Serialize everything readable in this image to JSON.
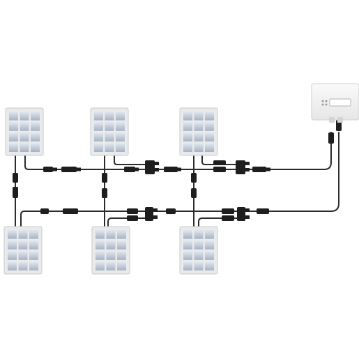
{
  "diagram": {
    "description_text": "",
    "colors": {
      "cable": "#2b2b2b",
      "connector": "#1e1e1e",
      "panel_frame": "#e9eaec",
      "panel_frame_border": "#c8cacd",
      "cell_light": "#dfe4ec",
      "cell_dark": "#a9b4c4",
      "inverter_body": "#f3f3f3",
      "inverter_border": "#cfcfcf"
    },
    "components": {
      "panels": [
        {
          "name": "panel-top-1",
          "row": "top"
        },
        {
          "name": "panel-top-2",
          "row": "top"
        },
        {
          "name": "panel-top-3",
          "row": "top"
        },
        {
          "name": "panel-bottom-1",
          "row": "bottom"
        },
        {
          "name": "panel-bottom-2",
          "row": "bottom"
        },
        {
          "name": "panel-bottom-3",
          "row": "bottom"
        }
      ],
      "inverter": {
        "name": "inverter",
        "icon": "inverter-icon"
      },
      "connector_icon": "mc4-connector-icon",
      "branch_icon": "y-branch-connector-icon"
    }
  }
}
